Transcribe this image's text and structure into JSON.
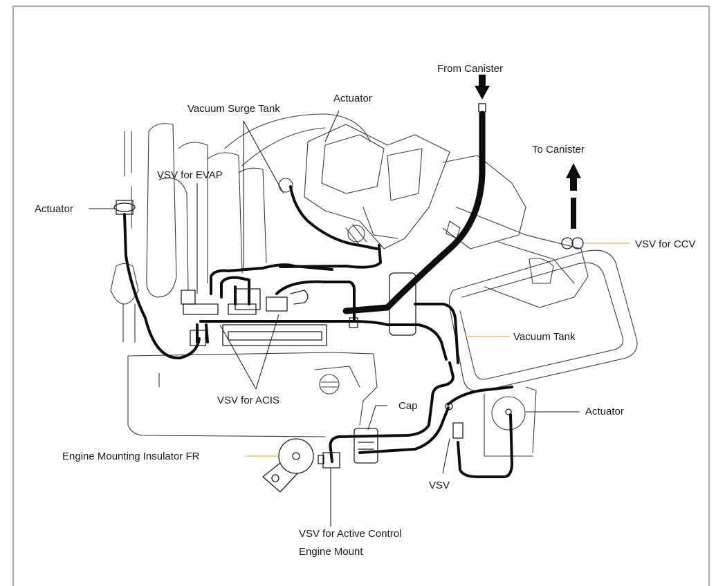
{
  "labels": {
    "from_canister": "From Canister",
    "actuator_top": "Actuator",
    "vacuum_surge_tank": "Vacuum Surge Tank",
    "to_canister": "To Canister",
    "vsv_for_evap": "VSV for EVAP",
    "actuator_left": "Actuator",
    "vsv_for_ccv": "VSV for CCV",
    "vacuum_tank": "Vacuum Tank",
    "vsv_for_acis": "VSV for ACIS",
    "cap": "Cap",
    "actuator_right": "Actuator",
    "engine_mounting_insulator": "Engine Mounting Insulator FR",
    "vsv": "VSV",
    "vsv_active_control_line1": "VSV for Active Control",
    "vsv_active_control_line2": "Engine Mount"
  },
  "colors": {
    "line": "#1a1a1a",
    "leader_accent": "#d9a04a",
    "frame": "#a8a8a8",
    "background": "#ffffff"
  }
}
